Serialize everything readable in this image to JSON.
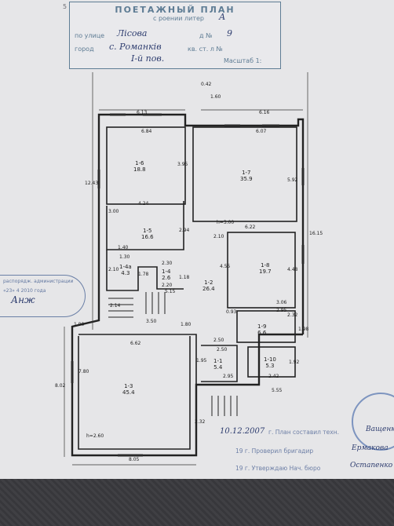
{
  "stamp": {
    "title": "ПОЕТАЖНЫЙ ПЛАН",
    "label_letter": "с роении литер",
    "letter_value": "А",
    "label_street": "по улице",
    "street_value": "Лісова",
    "label_house": "д №",
    "house_value": "9",
    "label_city": "город",
    "city_value": "с. Романків",
    "label_kv": "кв. ст. л №",
    "floor_value": "І-й пов.",
    "scale_text": "Масштаб 1:",
    "corner_number": "5"
  },
  "left_stamp": {
    "line1": "распорядж. администрации",
    "line2": "«23» 4 2010 года",
    "signature": "Анж"
  },
  "plan": {
    "rooms": [
      {
        "id": "1-6",
        "area": "18.8"
      },
      {
        "id": "1-7",
        "area": "35.9"
      },
      {
        "id": "1-5",
        "area": "16.6"
      },
      {
        "id": "1-8",
        "area": "19.7"
      },
      {
        "id": "1-4а",
        "area": "4.3"
      },
      {
        "id": "1-4",
        "area": "2.6"
      },
      {
        "id": "1-2",
        "area": "26.4"
      },
      {
        "id": "1-9",
        "area": "6.6"
      },
      {
        "id": "1-1",
        "area": "5.4"
      },
      {
        "id": "1-10",
        "area": "5.3"
      },
      {
        "id": "1-3",
        "area": "45.4"
      }
    ],
    "dims": {
      "d_042": "0.42",
      "d_160": "1.60",
      "d_613": "6.13",
      "d_616": "6.16",
      "d_684": "6.84",
      "d_607": "6.07",
      "d_395": "3.95",
      "d_592": "5.92",
      "d_1243": "12.43",
      "d_1615": "16.15",
      "d_300": "3.00",
      "d_424": "4.24",
      "h_300": "h=3.00",
      "d_622": "6.22",
      "d_210": "2.10",
      "d_294": "2.94",
      "d_140": "1.40",
      "d_130": "1.30",
      "d_230": "2.30",
      "d_220": "2.20",
      "d_210b": "2.10",
      "d_118": "1.18",
      "d_178": "1.78",
      "d_455": "4.55",
      "d_448": "4.48",
      "d_306": "3.06",
      "d_295": "2.95",
      "d_515": "5.15",
      "d_214": "2.14",
      "d_093": "0.93",
      "d_232": "2.32",
      "d_198": "1.98",
      "d_350": "3.50",
      "d_190": "1.90",
      "d_180": "1.80",
      "d_250": "2.50",
      "d_662": "6.62",
      "d_195": "1.95",
      "d_250b": "2.50",
      "d_192": "1.92",
      "d_295b": "2.95",
      "d_242": "2.42",
      "d_802": "8.02",
      "d_780": "7.80",
      "h_260": "h=2.60",
      "d_805": "8.05",
      "d_232b": "2.32",
      "d_555": "5.55"
    }
  },
  "footer": {
    "line1_date": "10.12.2007",
    "line1_text": "г. План составил техн.",
    "line1_sig": "Ващенко",
    "line2_prefix": "19   г. Проверил бригадир",
    "line2_sig": "Ермакова",
    "line3_prefix": "19   г. Утверждаю Нач. бюро",
    "line3_sig": "Остапенко"
  }
}
